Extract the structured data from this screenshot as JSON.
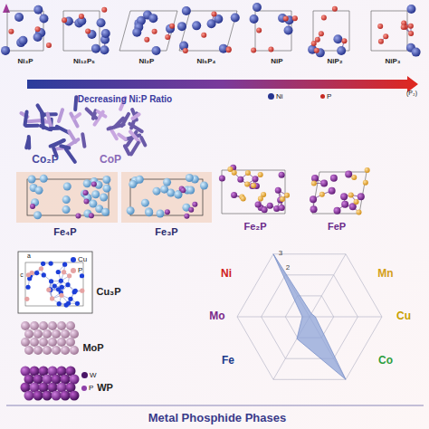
{
  "diagram": {
    "caption": "Metal Phosphide Phases",
    "labels": [
      "Ni₃P",
      "Ni₁₂P₅",
      "Ni₂P",
      "Ni₅P₄",
      "NiP",
      "NiP₂",
      "NiP₃",
      "Decreasing Ni:P Ratio",
      "Co₂P",
      "CoP",
      "Fe₄P",
      "Fe₃P",
      "Fe₂P",
      "FeP",
      "Cu₃P",
      "a",
      "c",
      "MoP",
      "WP",
      "Ni",
      "Mn",
      "Cu",
      "Co",
      "Fe",
      "Mo",
      "3",
      "2",
      "(P₂)"
    ],
    "legend": [
      {
        "text": "Ni",
        "color": "#27348f"
      },
      {
        "text": "P",
        "color": "#c62a22"
      },
      {
        "text": "Cu",
        "color": "#1d3fd8"
      },
      {
        "text": "P",
        "color": "#e6a3a3"
      },
      {
        "text": "W",
        "color": "#4a1566"
      },
      {
        "text": "P",
        "color": "#8e3fa8"
      }
    ]
  }
}
